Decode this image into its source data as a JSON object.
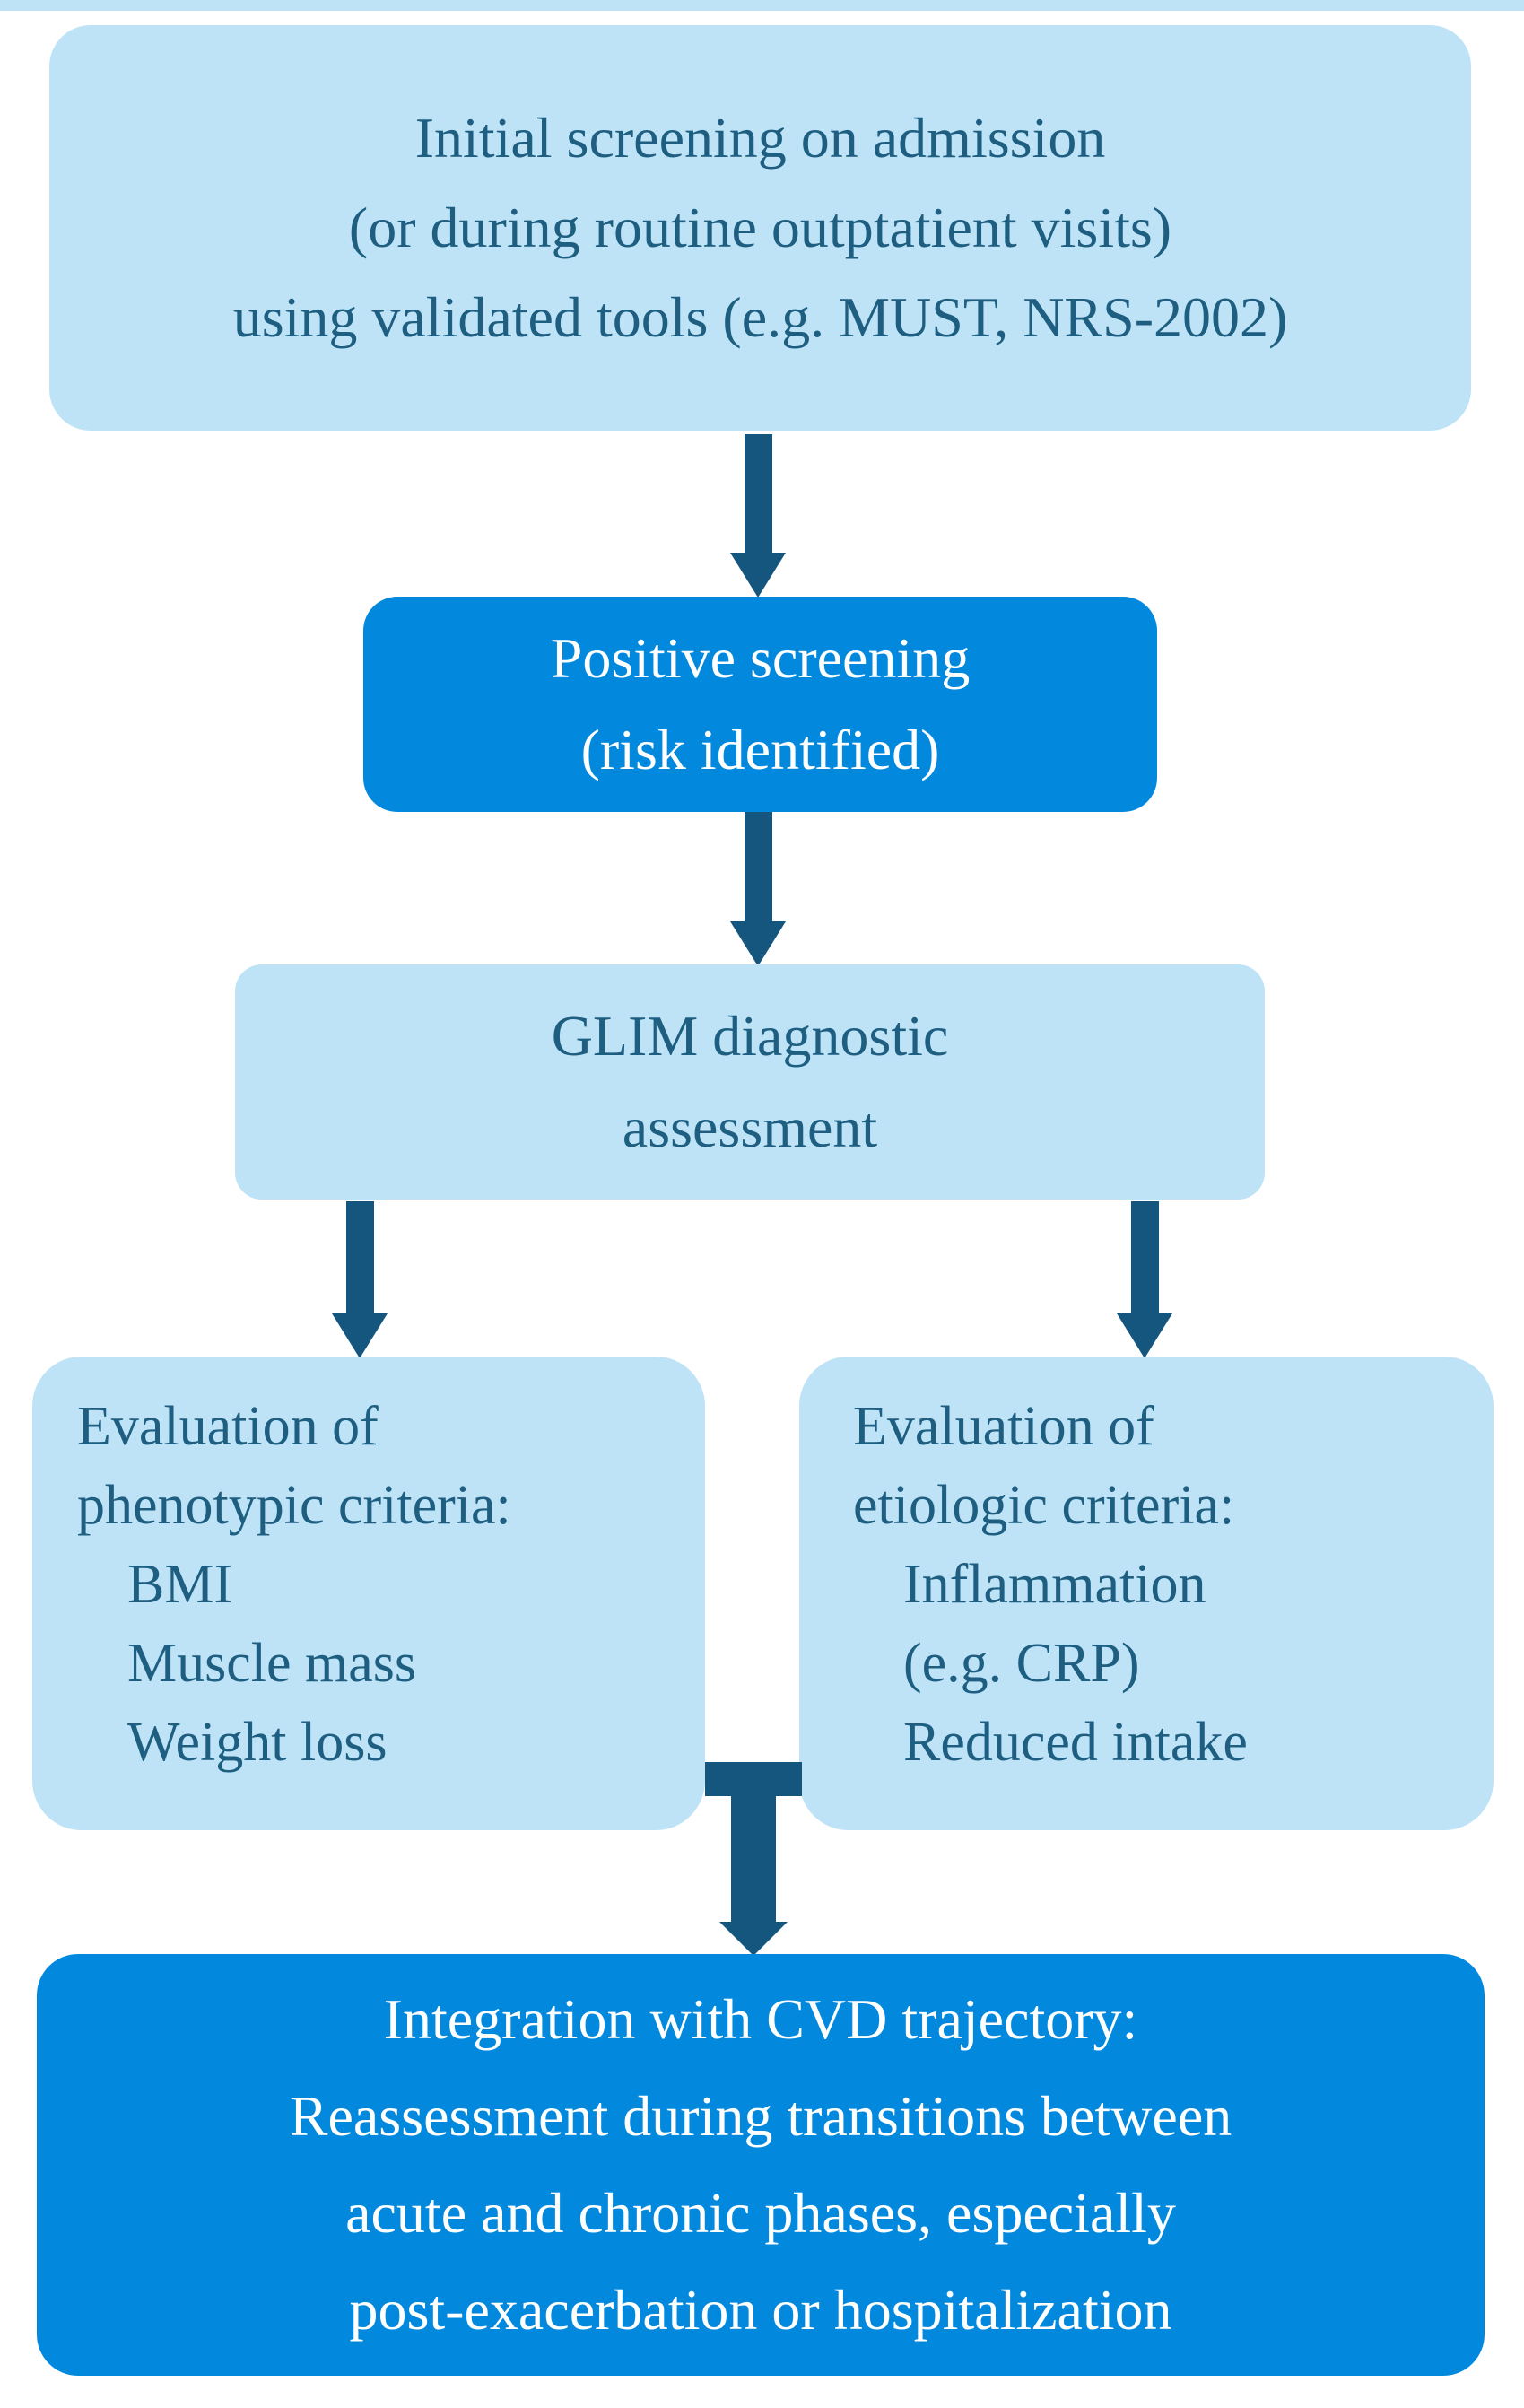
{
  "colors": {
    "light_blue": "#BEE3F6",
    "azure": "#0289DE",
    "arrow": "#15567E",
    "text_dark": "#1D5E81",
    "text_light": "#FFFFFF"
  },
  "flowchart": {
    "nodes": {
      "initial": {
        "lines": [
          "Initial screening on admission",
          "(or during routine outptatient visits)",
          "using validated tools (e.g. MUST, NRS-2002)"
        ]
      },
      "positive": {
        "lines": [
          "Positive screening",
          "(risk identified)"
        ]
      },
      "glim": {
        "lines": [
          "GLIM diagnostic",
          "assessment"
        ]
      },
      "phenotypic": {
        "lines": [
          "Evaluation of",
          "phenotypic criteria:",
          "BMI",
          "Muscle mass",
          "Weight loss"
        ]
      },
      "etiologic": {
        "lines": [
          "Evaluation of",
          "etiologic criteria:",
          "Inflammation",
          "(e.g. CRP)",
          "Reduced intake"
        ]
      },
      "integration": {
        "lines": [
          "Integration with CVD trajectory:",
          "Reassessment during transitions between",
          "acute and chronic phases, especially",
          "post-exacerbation or hospitalization"
        ]
      }
    }
  }
}
